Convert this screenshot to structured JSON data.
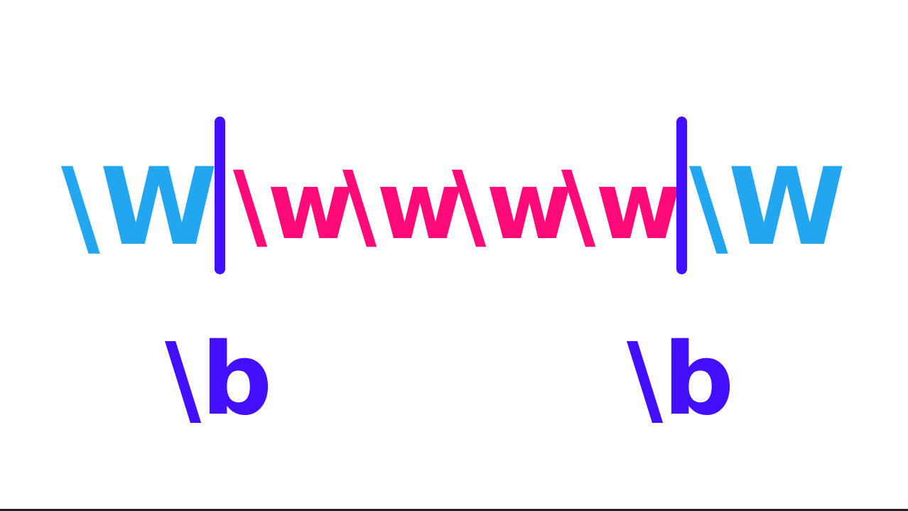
{
  "colors": {
    "nonword": "#22a6f0",
    "word": "#ff0a78",
    "boundary": "#4210ff",
    "rule": "#222222"
  },
  "tokens": {
    "left_nonword": "\\W",
    "word_1": "\\w",
    "word_2": "\\w",
    "word_3": "\\w",
    "word_4": "\\w",
    "right_nonword": "\\W"
  },
  "boundaries": {
    "left_label": "\\b",
    "right_label": "\\b"
  }
}
